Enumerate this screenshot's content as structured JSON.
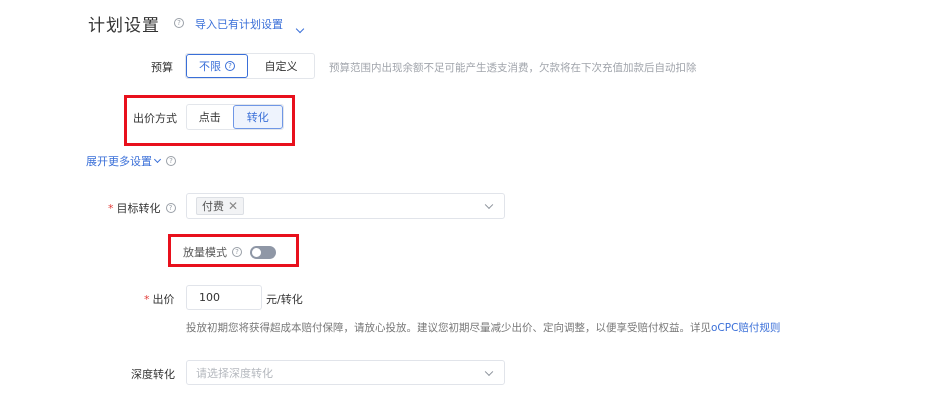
{
  "header": {
    "title": "计划设置",
    "help_icon": "question-circle-icon",
    "import_link": "导入已有计划设置",
    "import_chevron_icon": "chevron-down-icon"
  },
  "budget": {
    "label": "预算",
    "options": [
      {
        "label": "不限",
        "active": true,
        "help_icon": "question-circle-icon"
      },
      {
        "label": "自定义",
        "active": false
      }
    ],
    "hint": "预算范围内出现余额不足可能产生透支消费，欠款将在下次充值加款后自动扣除"
  },
  "bid_method": {
    "label": "出价方式",
    "options": [
      {
        "label": "点击",
        "active": false
      },
      {
        "label": "转化",
        "active": true
      }
    ],
    "highlighted": true
  },
  "expand_more": {
    "label": "展开更多设置",
    "chevron_icon": "chevron-down-icon",
    "help_icon": "question-circle-icon"
  },
  "target_conversion": {
    "required": "*",
    "label": "目标转化",
    "help_icon": "question-circle-icon",
    "selected_tags": [
      "付费"
    ],
    "tag_remove_icon": "close-icon",
    "dropdown_icon": "chevron-down-icon"
  },
  "volume_mode": {
    "label": "放量模式",
    "help_icon": "question-circle-icon",
    "enabled": false,
    "highlighted": true
  },
  "bid": {
    "required": "*",
    "label": "出价",
    "value": "100",
    "unit": "元/转化",
    "hint": "投放初期您将获得超成本赔付保障，请放心投放。建议您初期尽量减少出价、定向调整，以便享受赔付权益。详见",
    "hint_link": "oCPC赔付规则"
  },
  "deep_conversion": {
    "label": "深度转化",
    "placeholder": "请选择深度转化",
    "dropdown_icon": "chevron-down-icon"
  },
  "colors": {
    "accent": "#3a6fd8",
    "highlight_border": "#e8101c",
    "required": "#e23c39",
    "hint_text": "#a0a4ab"
  }
}
